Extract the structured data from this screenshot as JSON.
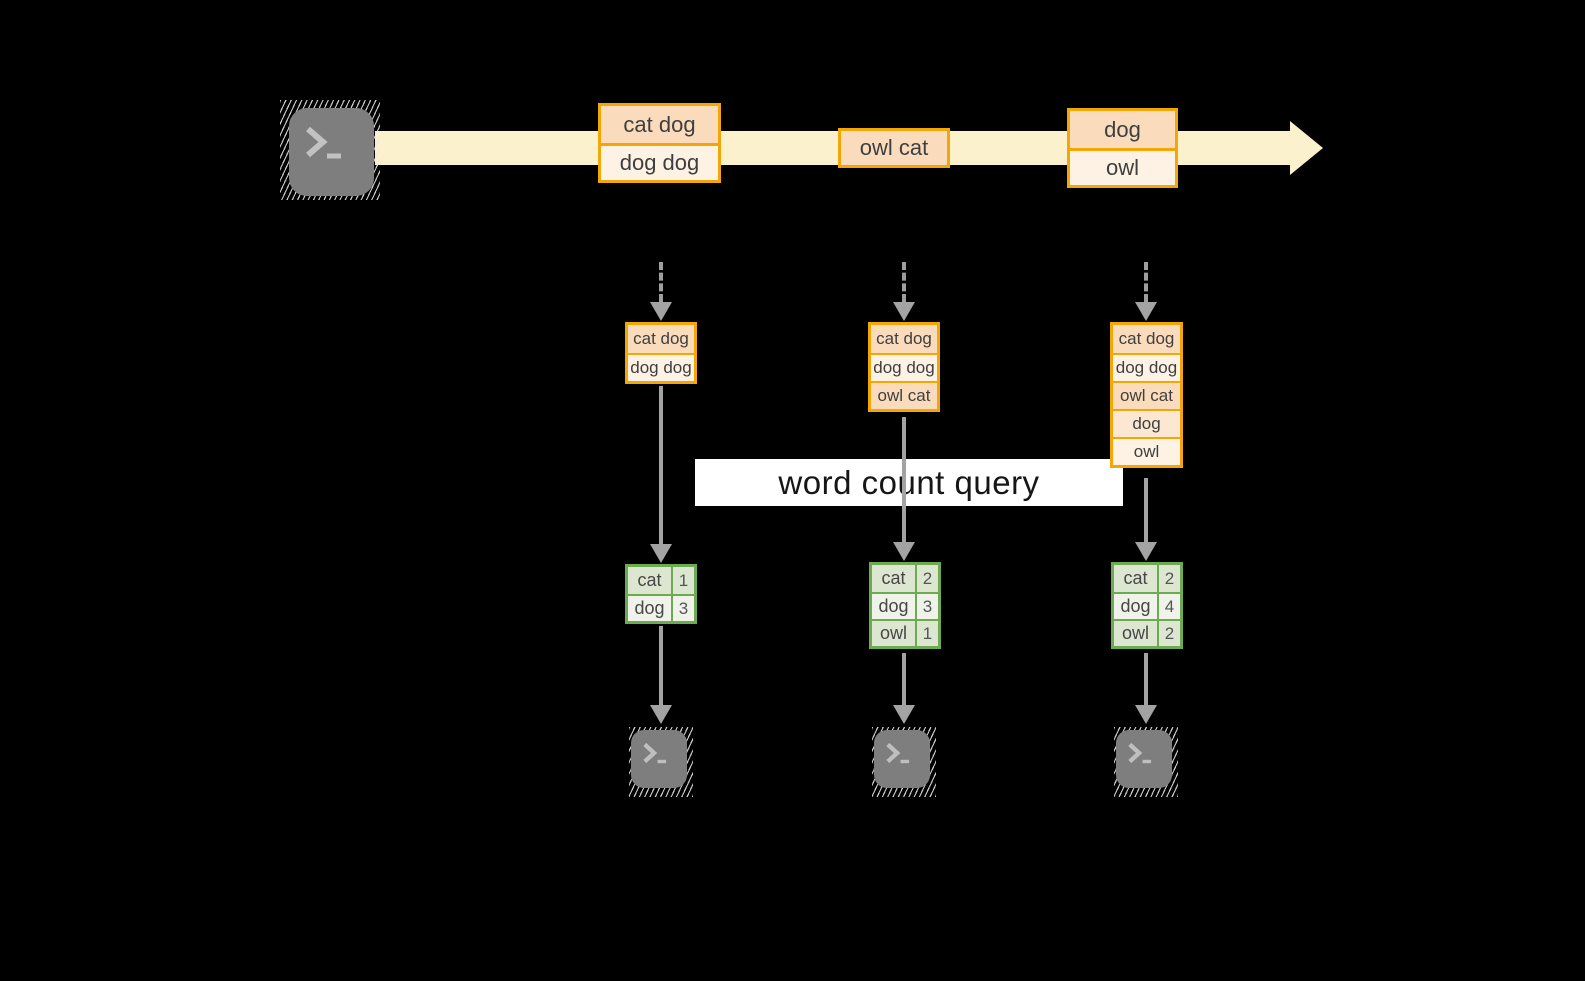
{
  "diagram": {
    "title_hint": "streaming word count",
    "source_terminal": {
      "icon": "terminal-prompt-icon"
    },
    "stream": {
      "batches": [
        {
          "lines": [
            "cat dog",
            "dog dog"
          ]
        },
        {
          "lines": [
            "owl cat"
          ]
        },
        {
          "lines": [
            "dog",
            "owl"
          ]
        }
      ]
    },
    "accumulated_inputs": [
      {
        "lines": [
          "cat dog",
          "dog dog"
        ]
      },
      {
        "lines": [
          "cat dog",
          "dog dog",
          "owl cat"
        ]
      },
      {
        "lines": [
          "cat dog",
          "dog dog",
          "owl cat",
          "dog",
          "owl"
        ]
      }
    ],
    "query": {
      "label": "word count query"
    },
    "results": [
      {
        "rows": [
          {
            "word": "cat",
            "count": "1"
          },
          {
            "word": "dog",
            "count": "3"
          }
        ]
      },
      {
        "rows": [
          {
            "word": "cat",
            "count": "2"
          },
          {
            "word": "dog",
            "count": "3"
          },
          {
            "word": "owl",
            "count": "1"
          }
        ]
      },
      {
        "rows": [
          {
            "word": "cat",
            "count": "2"
          },
          {
            "word": "dog",
            "count": "4"
          },
          {
            "word": "owl",
            "count": "2"
          }
        ]
      }
    ],
    "output_terminals": [
      {
        "icon": "terminal-prompt-icon"
      },
      {
        "icon": "terminal-prompt-icon"
      },
      {
        "icon": "terminal-prompt-icon"
      }
    ]
  },
  "colors": {
    "background": "#000000",
    "stream_band": "#FBF1CD",
    "amber_border": "#F2A705",
    "cell_peach": "#FADCBC",
    "cell_cream": "#FDF2E4",
    "green_border": "#6CAB4F",
    "cell_sage": "#DCE6D1",
    "cell_sage_light": "#EFF3EA",
    "arrow_gray": "#A3A3A3",
    "terminal_gray": "#7E7E7E"
  }
}
